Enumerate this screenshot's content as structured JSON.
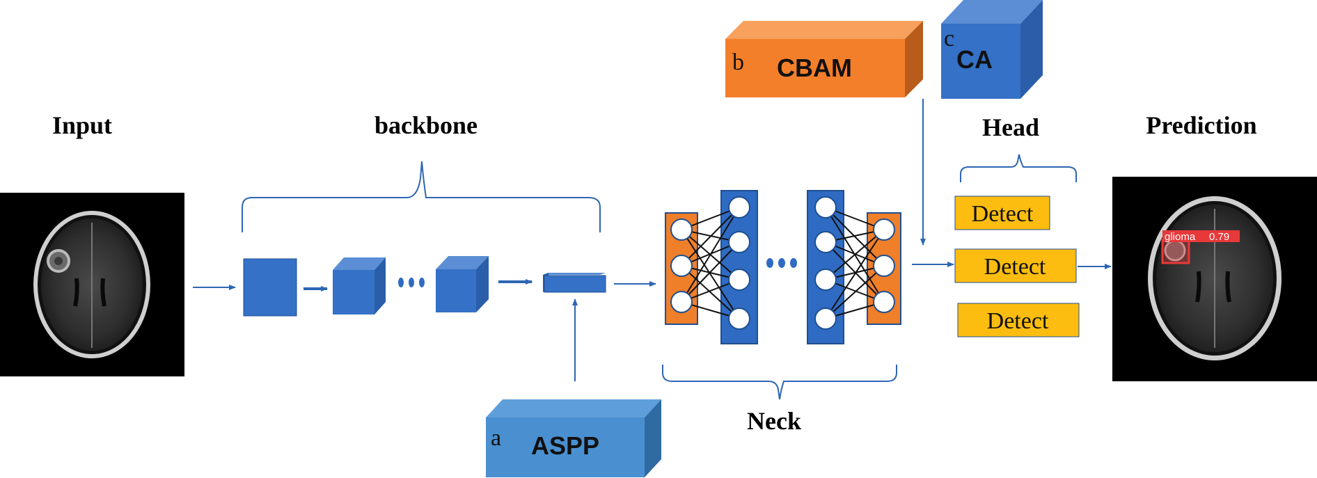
{
  "section_labels": {
    "input": "Input",
    "backbone": "backbone",
    "neck": "Neck",
    "head": "Head",
    "prediction": "Prediction"
  },
  "modules": {
    "aspp": {
      "letter": "a",
      "name": "ASPP"
    },
    "cbam": {
      "letter": "b",
      "name": "CBAM"
    },
    "ca": {
      "letter": "c",
      "name": "CA"
    }
  },
  "detect_boxes": [
    "Detect",
    "Detect",
    "Detect"
  ],
  "prediction_box": {
    "label": "glioma",
    "score": "0.79"
  },
  "colors": {
    "blue": "#2f6bc2",
    "blue_light": "#4a8fd0",
    "orange": "#f07f2a",
    "yellow": "#fdbd10",
    "red_box": "#e8393a",
    "line": "#2e66b3"
  }
}
